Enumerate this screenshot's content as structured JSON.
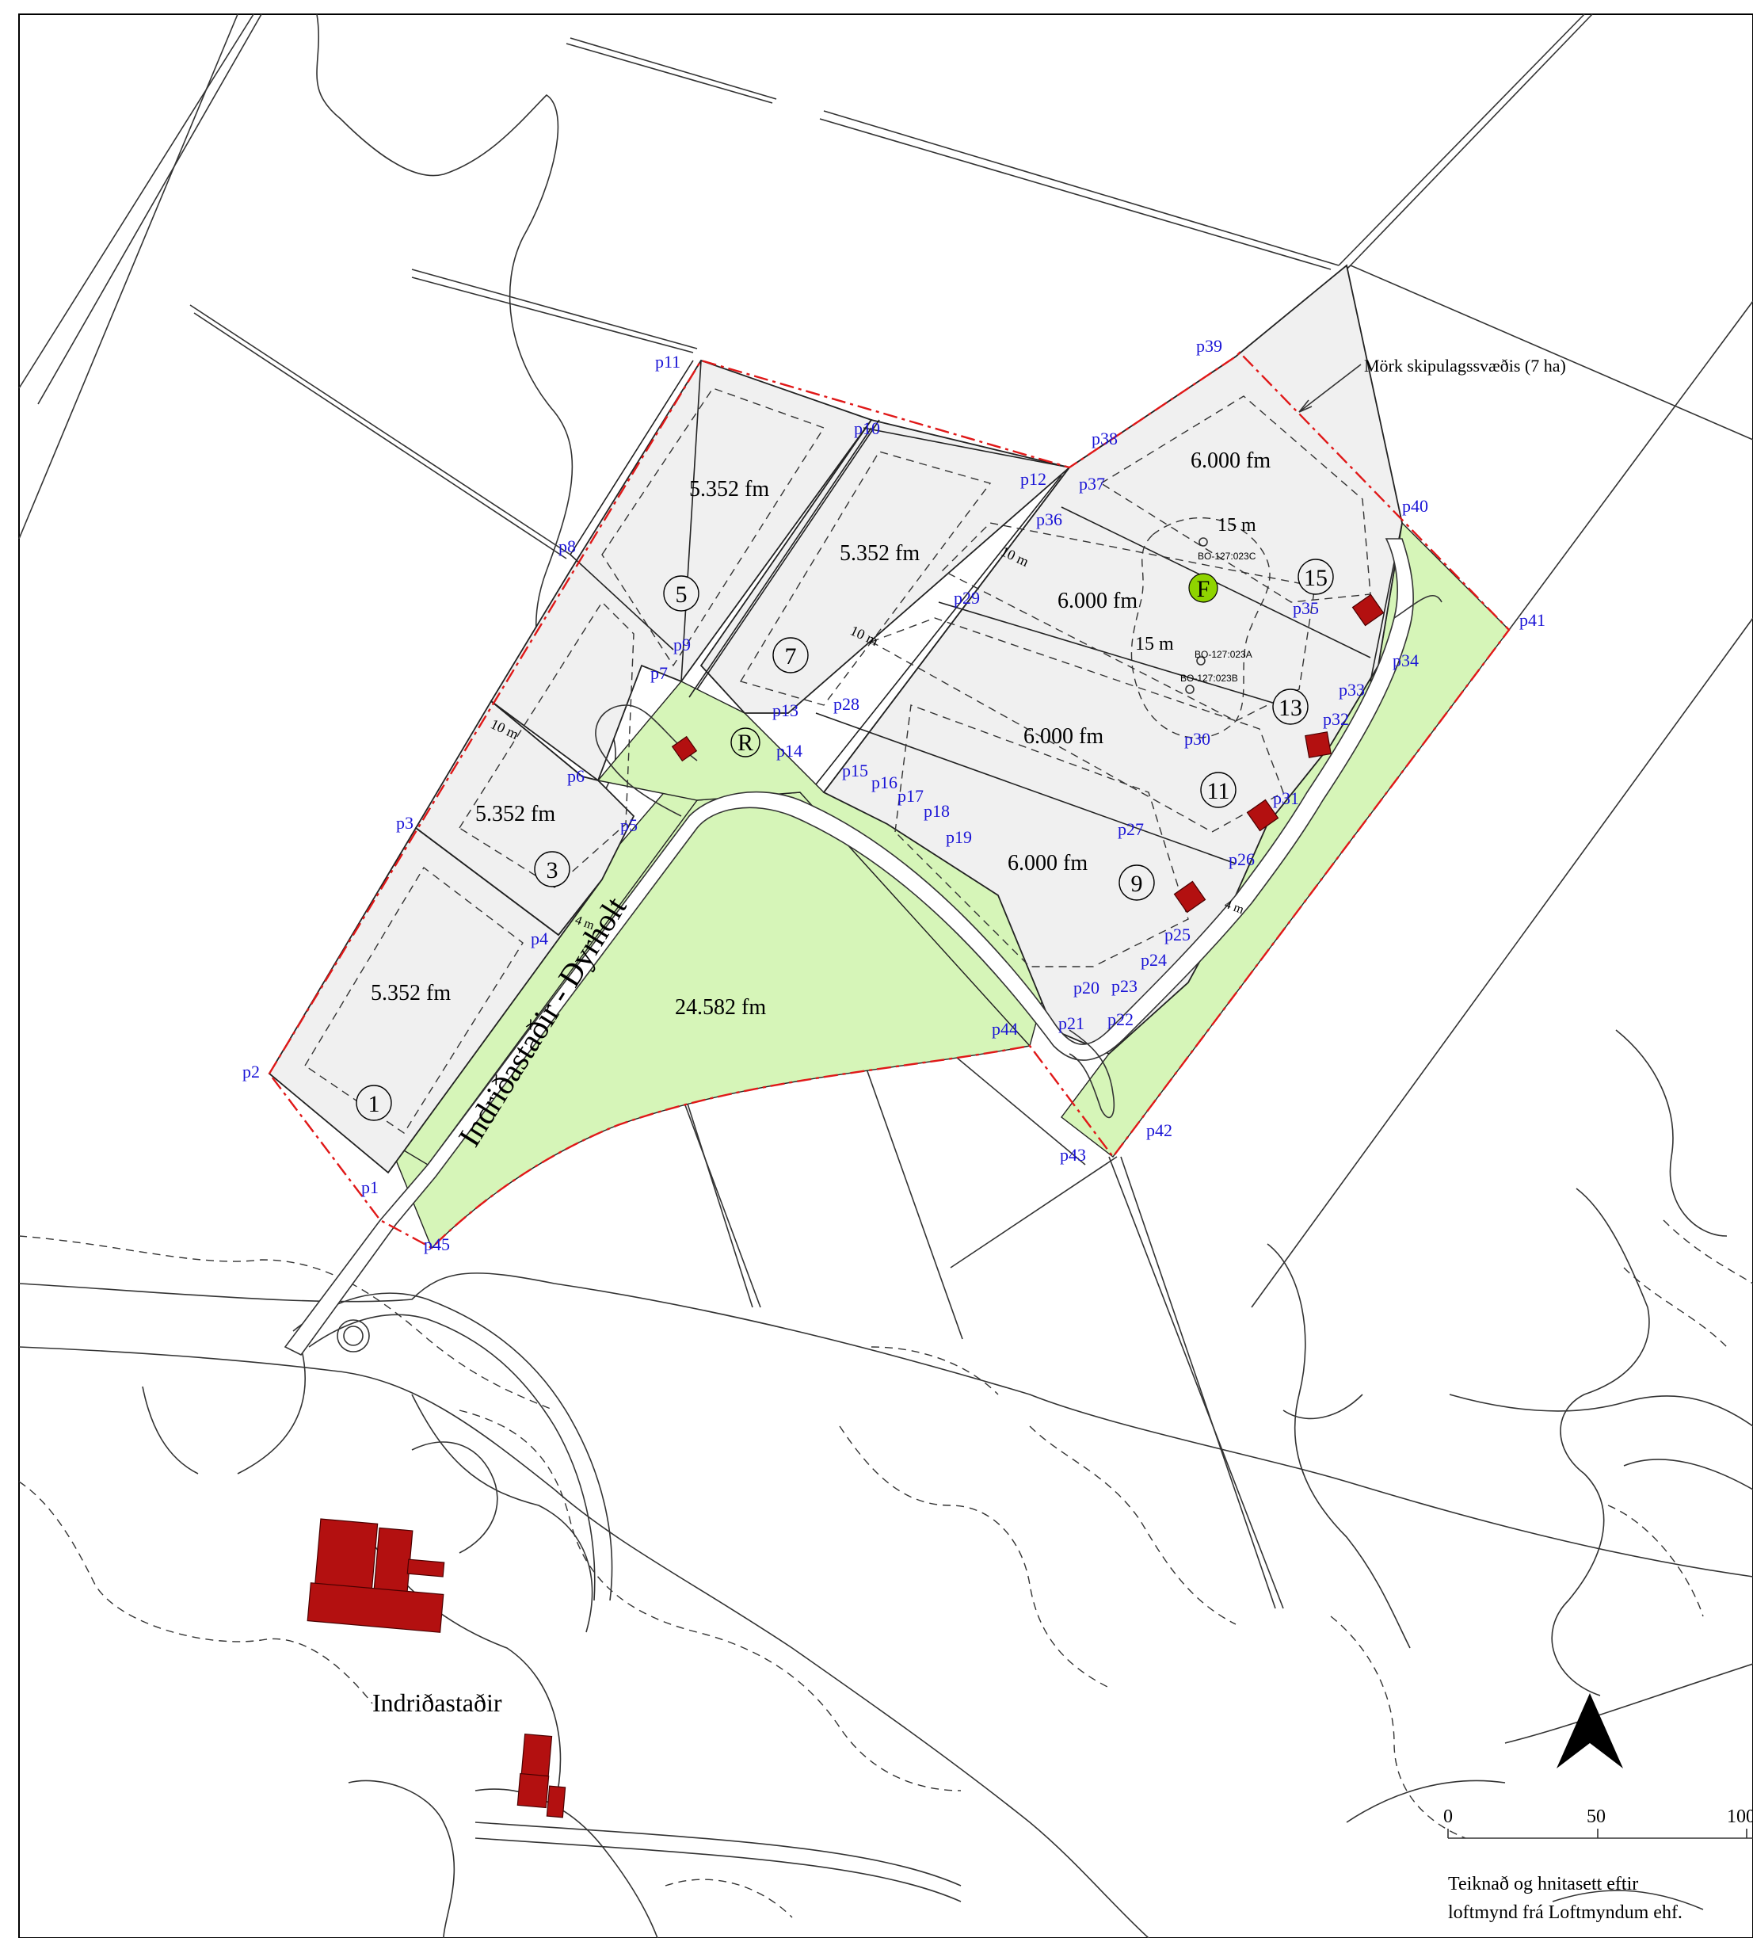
{
  "map": {
    "road_label": "Indriðastaðir - Dyrholt",
    "farm_label": "Indriðastaðir",
    "boundary_legend": "Mörk skipulagssvæðis (7 ha)",
    "credit_line1": "Teiknað og hnitasett eftir",
    "credit_line2": "loftmynd frá Loftmyndum ehf.",
    "scale": {
      "ticks": [
        "0",
        "50",
        "100"
      ]
    },
    "symbols": {
      "recycling": "R",
      "fire": "F"
    },
    "dims": {
      "d10a": "10 m",
      "d10b": "10 m",
      "d10c": "10 m",
      "d4a": "4 m",
      "d4b": "4 m",
      "d15a": "15 m",
      "d15b": "15 m"
    },
    "boreholes": {
      "c": "BO-127:023C",
      "a": "BO-127:023A",
      "b": "BO-127:023B"
    },
    "lots": [
      {
        "num": "1",
        "area": "5.352 fm"
      },
      {
        "num": "3",
        "area": "5.352 fm"
      },
      {
        "num": "5",
        "area": "5.352 fm"
      },
      {
        "num": "7",
        "area": "5.352 fm"
      },
      {
        "num": "9",
        "area": "6.000 fm"
      },
      {
        "num": "11",
        "area": "6.000 fm"
      },
      {
        "num": "13",
        "area": "6.000 fm"
      },
      {
        "num": "15",
        "area": "6.000 fm"
      }
    ],
    "open_area": "24.582 fm",
    "points": [
      "p1",
      "p2",
      "p3",
      "p4",
      "p5",
      "p6",
      "p7",
      "p8",
      "p9",
      "p10",
      "p11",
      "p12",
      "p13",
      "p14",
      "p15",
      "p16",
      "p17",
      "p18",
      "p19",
      "p20",
      "p21",
      "p22",
      "p23",
      "p24",
      "p25",
      "p26",
      "p27",
      "p28",
      "p29",
      "p30",
      "p31",
      "p32",
      "p33",
      "p34",
      "p35",
      "p36",
      "p37",
      "p38",
      "p39",
      "p40",
      "p41",
      "p42",
      "p43",
      "p44",
      "p45"
    ],
    "colors": {
      "boundary": "#e01818",
      "lot_fill": "#f0f0f0",
      "green_fill": "#d6f5b8",
      "building": "#b31010",
      "point_label": "#1a14d6",
      "fire_symbol": "#8fd400"
    },
    "icons": {
      "north_arrow": "north-arrow-icon"
    }
  }
}
